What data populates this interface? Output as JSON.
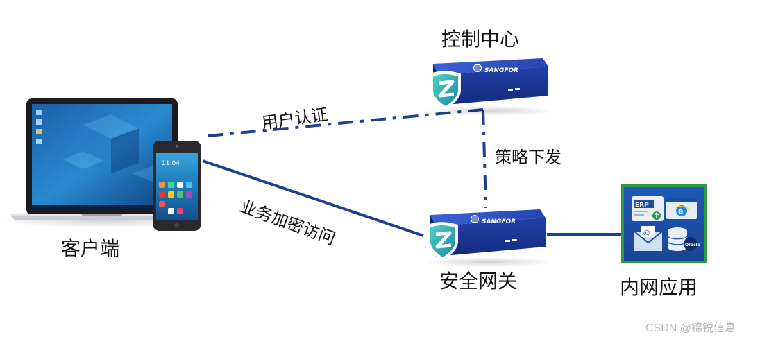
{
  "labels": {
    "control_center": "控制中心",
    "user_auth": "用户认证",
    "policy_dispatch": "策略下发",
    "encrypted_access": "业务加密访问",
    "client": "客户端",
    "security_gateway": "安全网关",
    "intranet_apps": "内网应用"
  },
  "device_brand": "SANGFOR",
  "phone_time": "11:04",
  "app_tiles": {
    "erp": "ERP",
    "oracle": "Oracle"
  },
  "watermark": "CSDN @锦锐信息",
  "colors": {
    "line": "#1f3f8f",
    "device_top": "#2d50c6",
    "device_front": "#1a3491",
    "panel_border": "#2e9a3e"
  }
}
